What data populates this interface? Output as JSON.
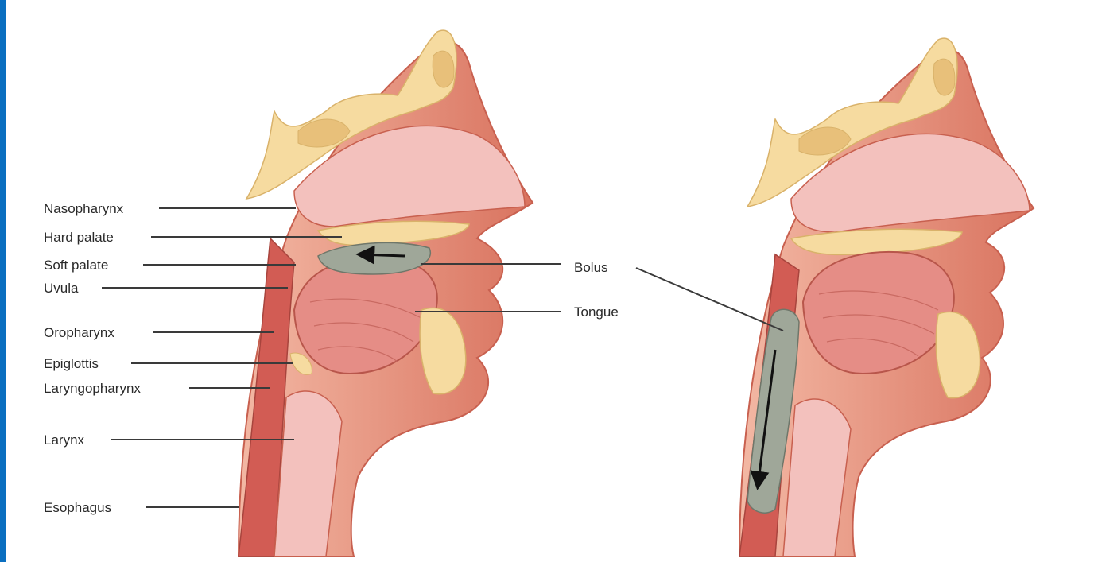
{
  "labels": {
    "nasopharynx": "Nasopharynx",
    "hard_palate": "Hard palate",
    "soft_palate": "Soft palate",
    "uvula": "Uvula",
    "oropharynx": "Oropharynx",
    "epiglottis": "Epiglottis",
    "laryngopharynx": "Laryngopharynx",
    "larynx": "Larynx",
    "esophagus": "Esophagus",
    "bolus": "Bolus",
    "tongue": "Tongue"
  },
  "colors": {
    "border": "#0b6fc0",
    "bone": "#f6dba0",
    "bone_edge": "#d9b26a",
    "skin": "#e9a089",
    "skin_dark": "#c8604f",
    "mucosa": "#f3c1bd",
    "muscle": "#e58d86",
    "bolus": "#9fa799",
    "leader": "#3a3a3a"
  }
}
